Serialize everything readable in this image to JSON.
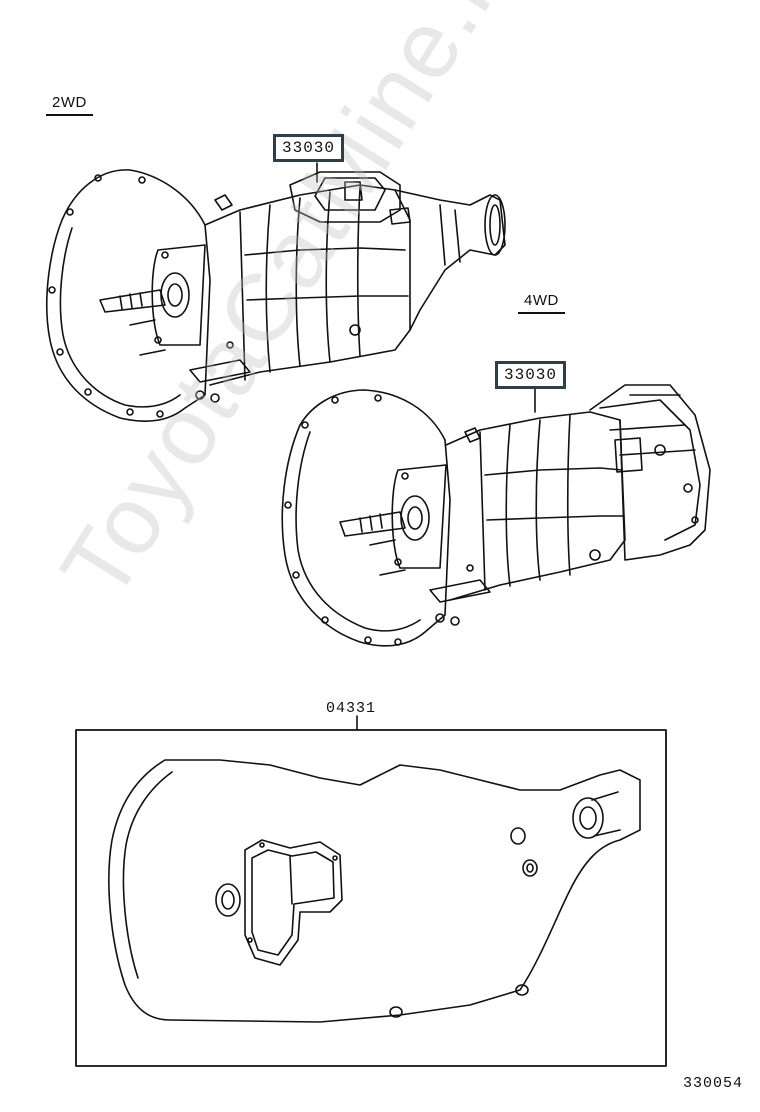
{
  "labels": {
    "two_wd": "2WD",
    "four_wd": "4WD"
  },
  "parts": {
    "transmission_2wd": "33030",
    "transmission_4wd": "33030",
    "gasket_kit": "04331"
  },
  "figure_id": "330054",
  "watermark": "ToyotaCatMine.ru",
  "colors": {
    "line": "#111111",
    "part_box_border": "#2e3f4a",
    "watermark": "#bebebe"
  }
}
